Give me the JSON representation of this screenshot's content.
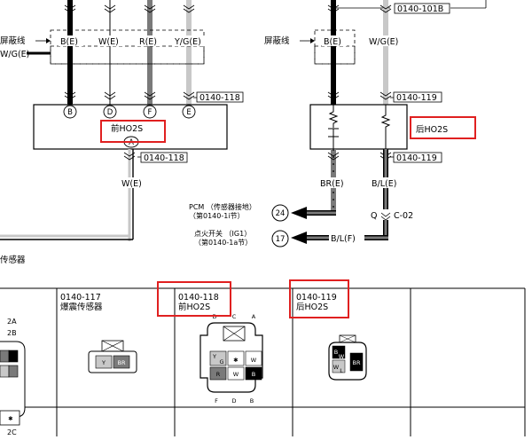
{
  "colors": {
    "ink": "#000000",
    "wire_gray": "#7a7a7a",
    "wire_light": "#c8c8c8",
    "highlight": "#e02020"
  },
  "connector_tags": {
    "top_right": "0140-101B",
    "front_top": "0140-118",
    "front_bottom": "0140-118",
    "rear_top": "0140-119",
    "rear_bottom": "0140-119"
  },
  "shield": {
    "left_label": "屏蔽线",
    "right_label": "屏蔽线",
    "left_ground": "W/G(E)"
  },
  "wires_front": [
    "B(E)",
    "W(E)",
    "R(E)",
    "Y/G(E)"
  ],
  "wires_rear": [
    "B(E)",
    "W/G(E)"
  ],
  "front_sensor": {
    "name": "前HO2S",
    "pins": [
      "B",
      "D",
      "F",
      "E"
    ],
    "ground_pin": "A",
    "ground_wire": "W(E)"
  },
  "rear_sensor": {
    "name": "后HO2S",
    "out_left": "BR(E)",
    "out_right": "B/L(E)"
  },
  "pcm": {
    "line1": "PCM （传感器接地）",
    "line2": "（第0140-1i节）",
    "circle": "24"
  },
  "ignition": {
    "line1": "点火开关  （IG1）",
    "line2": "（第0140-1a节）",
    "circle": "17",
    "wire": "B/L(F)"
  },
  "joint": {
    "q": "Q",
    "id": "C-02"
  },
  "left_cut_label": "传感器",
  "table": {
    "row_labels": [
      "2A",
      "2B",
      "2C"
    ],
    "cells": [
      {
        "id": "0140-117",
        "name": "爆震传感器",
        "pins": [
          "Y",
          "BR"
        ]
      },
      {
        "id": "0140-118",
        "name": "前HO2S",
        "top_letters": [
          "D",
          "C",
          "A"
        ],
        "bottom_letters": [
          "F",
          "D",
          "B"
        ],
        "pins": [
          "Y",
          "G",
          "✱",
          "W",
          "R",
          "W",
          "B"
        ]
      },
      {
        "id": "0140-119",
        "name": "后HO2S",
        "pins": [
          "B",
          "W",
          "L",
          "BR"
        ]
      }
    ]
  }
}
